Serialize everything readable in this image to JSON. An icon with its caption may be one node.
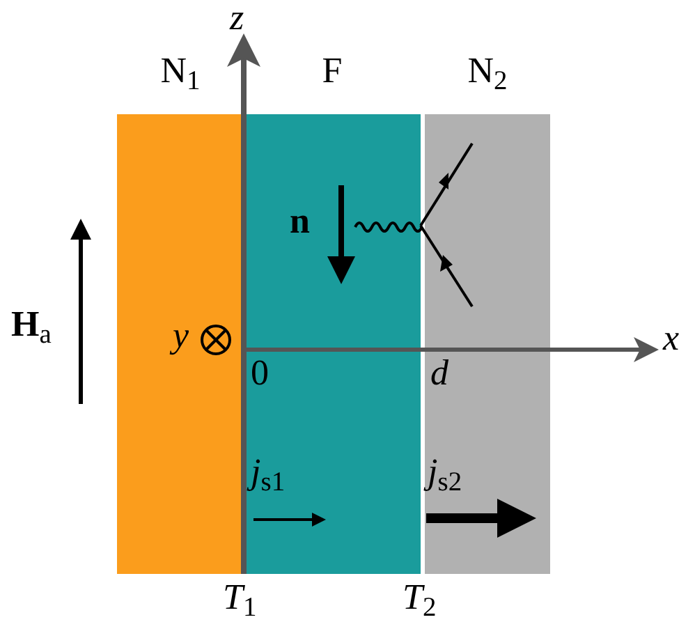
{
  "diagram": {
    "nodes": [
      {
        "text": [
          "N$_{1}$"
        ]
      },
      {
        "text": [
          "F"
        ]
      },
      {
        "text": [
          "N$_{2}$"
        ]
      }
    ],
    "edges": [],
    "labels": [
      "*z*",
      "**H**$_{a}$",
      "*y*",
      "*x*",
      "0",
      "*d*",
      "**n**",
      "*j*$_{s1}$",
      "*j*$_{s2}$",
      "*T*$_{1}$",
      "*T*$_{2}$"
    ]
  }
}
